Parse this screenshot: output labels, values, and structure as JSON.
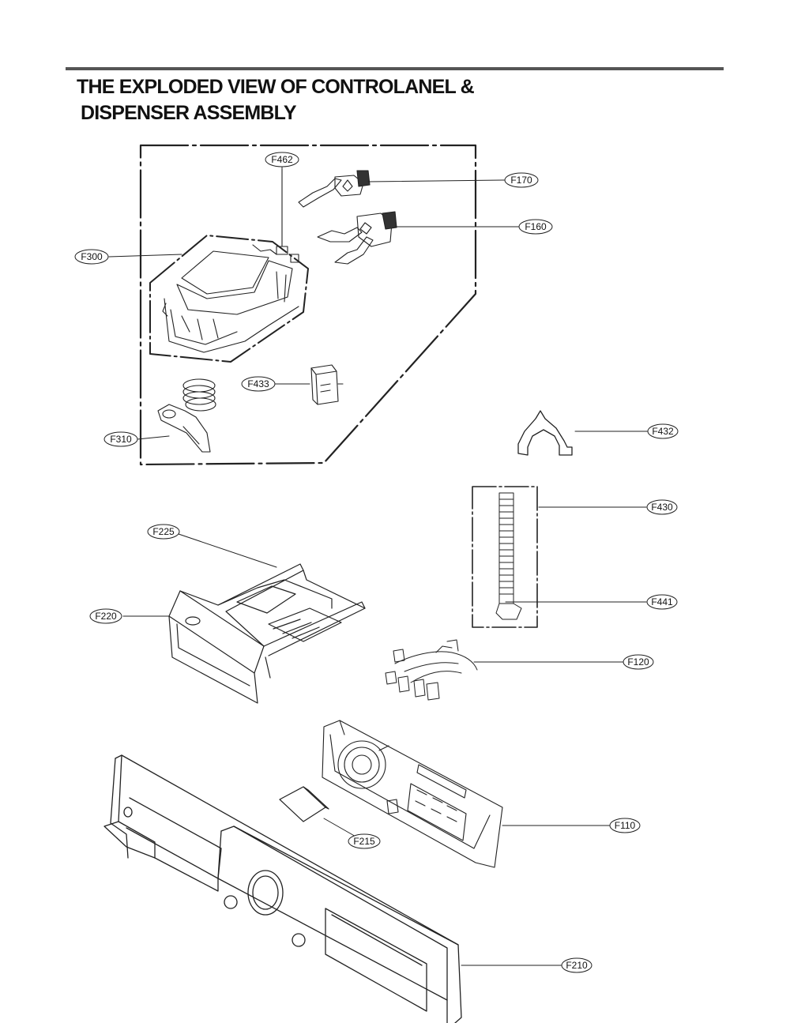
{
  "title": {
    "line1": "THE EXPLODED VIEW OF CONTROLANEL &",
    "line2": "DISPENSER ASSEMBLY"
  },
  "callouts": {
    "f462": "F462",
    "f170": "F170",
    "f160": "F160",
    "f300": "F300",
    "f433": "F433",
    "f310": "F310",
    "f432": "F432",
    "f430": "F430",
    "f441": "F441",
    "f225": "F225",
    "f220": "F220",
    "f120": "F120",
    "f110": "F110",
    "f215": "F215",
    "f210": "F210"
  },
  "colors": {
    "line": "#222222",
    "part_fill": "#ffffff",
    "title_rule": "#555555"
  }
}
